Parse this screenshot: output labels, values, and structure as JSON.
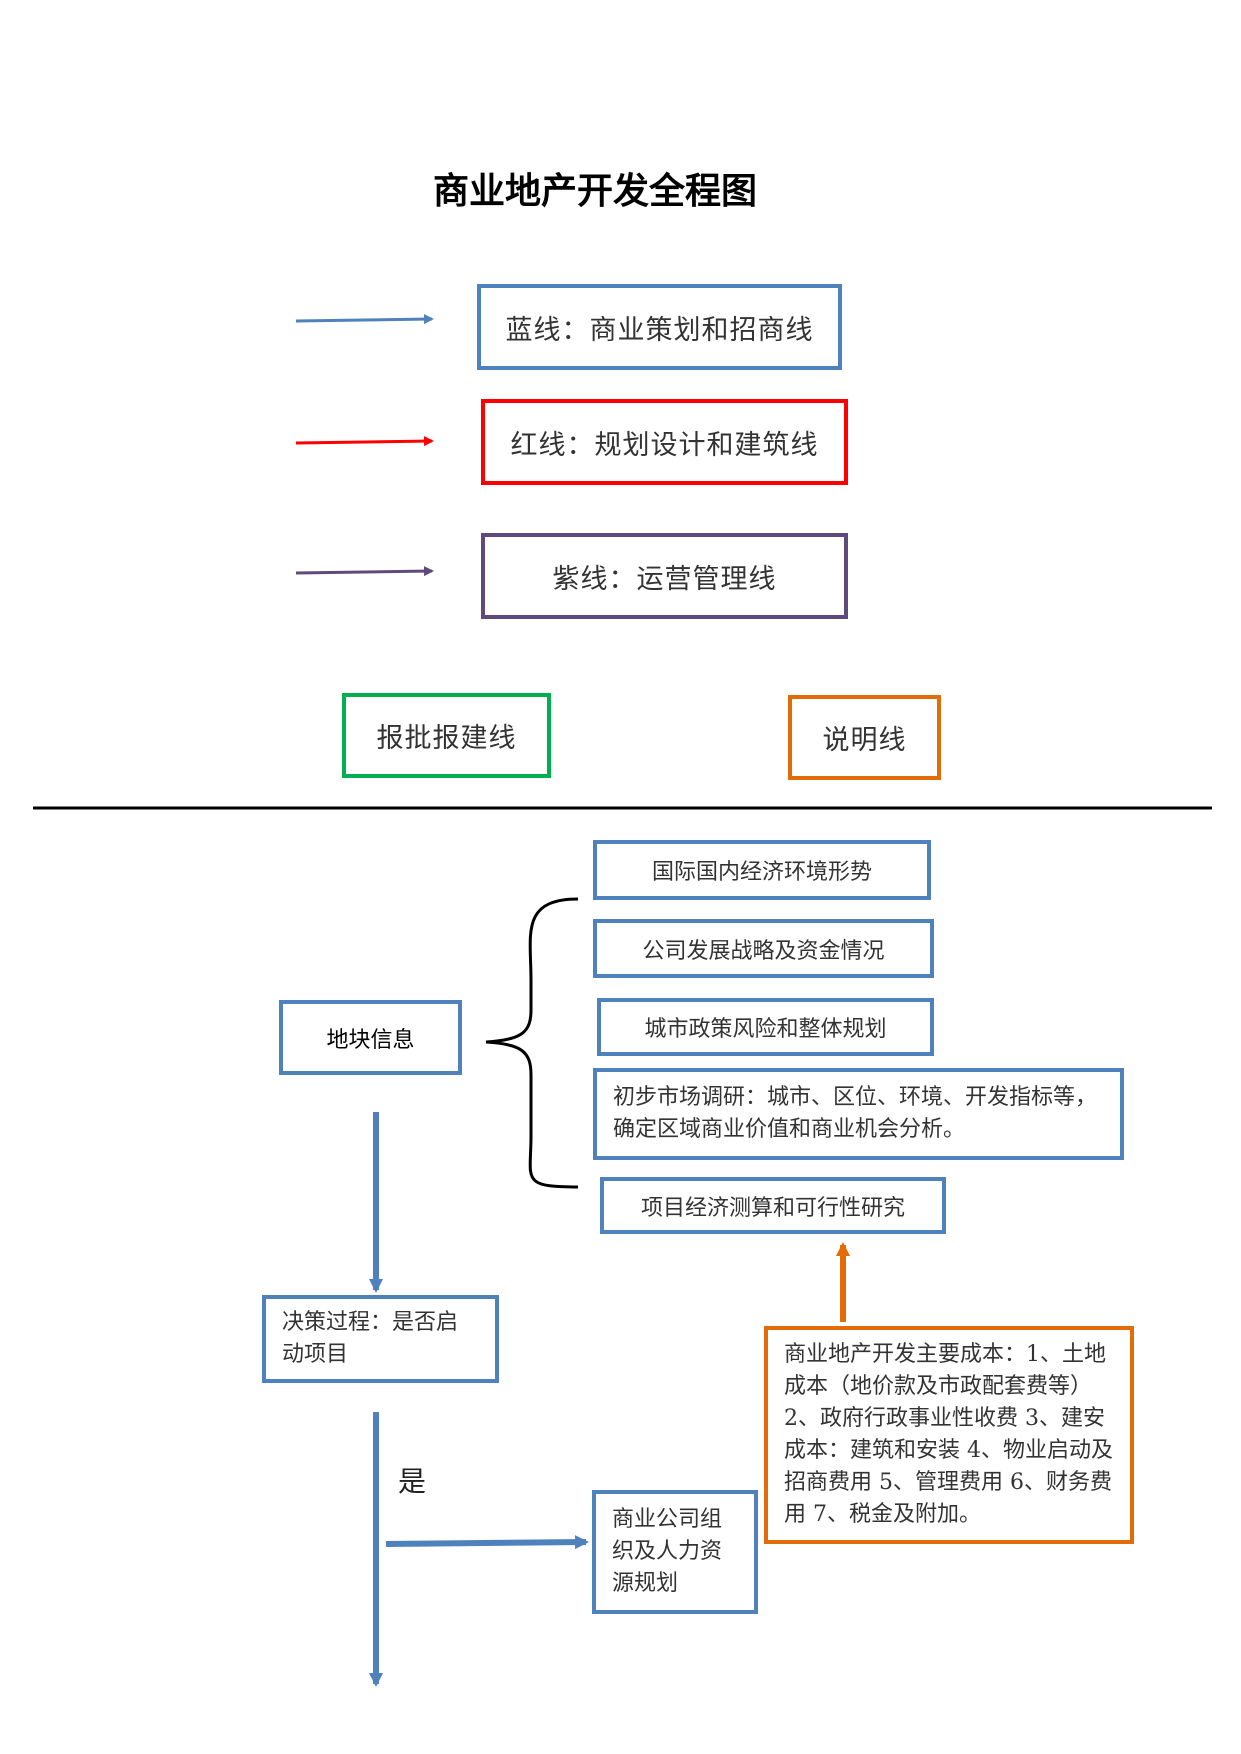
{
  "title": "商业地产开发全程图",
  "colors": {
    "blue": "#4f81bd",
    "red": "#ff0000",
    "purple": "#604a7b",
    "green": "#00b050",
    "orange": "#e36c09",
    "black": "#000000"
  },
  "legend": {
    "blue_label": "蓝线：商业策划和招商线",
    "red_label": "红线：规划设计和建筑线",
    "purple_label": "紫线：运营管理线",
    "green_label": "报批报建线",
    "orange_label": "说明线"
  },
  "flow": {
    "land_info": "地块信息",
    "factors": [
      "国际国内经济环境形势",
      "公司发展战略及资金情况",
      "城市政策风险和整体规划",
      "初步市场调研：城市、区位、环境、开发指标等，确定区域商业价值和商业机会分析。",
      "项目经济测算和可行性研究"
    ],
    "decision": "决策过程：是否启动项目",
    "yes_label": "是",
    "org_planning": "商业公司组织及人力资源规划",
    "cost_note": "商业地产开发主要成本：1、土地成本（地价款及市政配套费等）2、政府行政事业性收费 3、建安成本：建筑和安装 4、物业启动及招商费用 5、管理费用 6、财务费用 7、税金及附加。"
  }
}
